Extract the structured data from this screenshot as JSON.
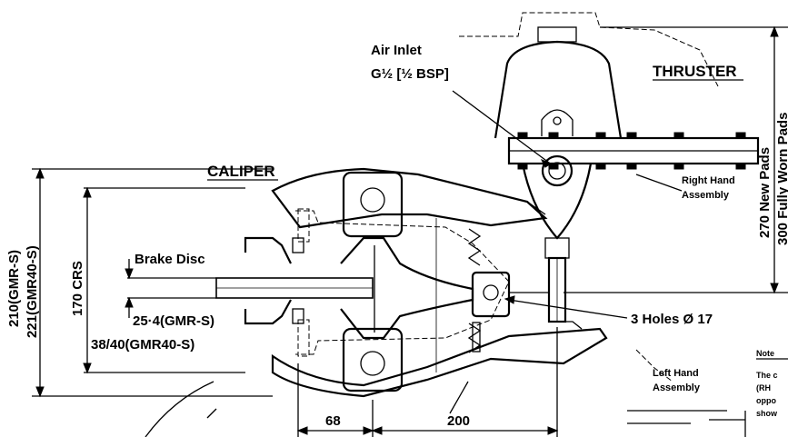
{
  "labels": {
    "air_inlet_title": "Air Inlet",
    "air_inlet_spec": "G½ [½ BSP]",
    "thruster": "THRUSTER",
    "caliper": "CALIPER",
    "right_hand": "Right Hand",
    "assembly_rh": "Assembly",
    "left_hand": "Left Hand",
    "assembly_lh": "Assembly",
    "brake_disc": "Brake Disc",
    "holes": "3 Holes Ø 17",
    "disc_thick_1": "25·4(GMR-S)",
    "disc_thick_2": "38/40(GMR40-S)",
    "note_title": "Note",
    "note_line1": "The c",
    "note_line2": "(RH",
    "note_line3": "oppo",
    "note_line4": "show"
  },
  "dimensions": {
    "height_gmr_s": "210(GMR-S)",
    "height_gmr40_s": "221(GMR40-S)",
    "crs": "170 CRS",
    "width_68": "68",
    "width_200": "200",
    "new_pads": "270 New Pads",
    "worn_pads": "300 Fully Worn Pads"
  }
}
